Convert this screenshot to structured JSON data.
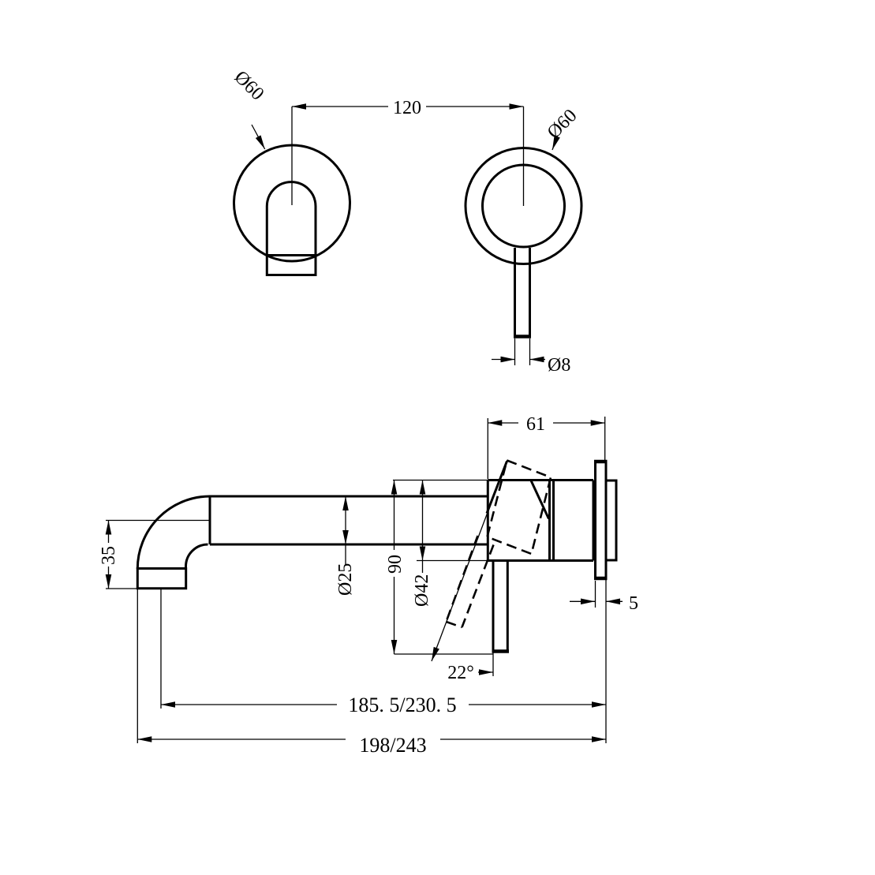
{
  "drawing": {
    "background_color": "#ffffff",
    "line_color": "#000000",
    "dimensions": {
      "center_distance": "120",
      "flange_diameter_left": "Ø60",
      "flange_diameter_right": "Ø60",
      "lever_tip_diameter": "Ø8",
      "body_projection": "61",
      "plate_thickness": "5",
      "drop_height": "35",
      "spout_diameter": "Ø25",
      "handle_height": "90",
      "escutcheon_diameter": "Ø42",
      "handle_swing_angle": "22°",
      "reach_to_outlet_center": "185. 5/230. 5",
      "overall_reach": "198/243"
    }
  }
}
